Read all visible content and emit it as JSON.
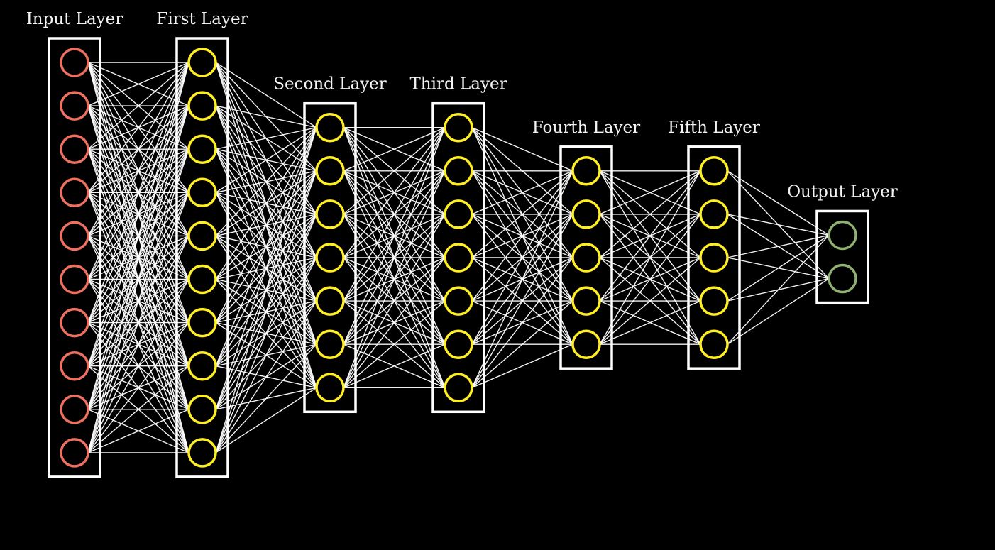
{
  "diagram": {
    "background_color": "#000000",
    "edge_color": "#ffffff",
    "layers": [
      {
        "label": "Input Layer",
        "neurons": 10,
        "color": "#f07060"
      },
      {
        "label": "First Layer",
        "neurons": 10,
        "color": "#ffee22"
      },
      {
        "label": "Second Layer",
        "neurons": 7,
        "color": "#ffee22"
      },
      {
        "label": "Third Layer",
        "neurons": 7,
        "color": "#ffee22"
      },
      {
        "label": "Fourth Layer",
        "neurons": 5,
        "color": "#ffee22"
      },
      {
        "label": "Fifth Layer",
        "neurons": 5,
        "color": "#ffee22"
      },
      {
        "label": "Output Layer",
        "neurons": 2,
        "color": "#8fb070"
      }
    ]
  }
}
